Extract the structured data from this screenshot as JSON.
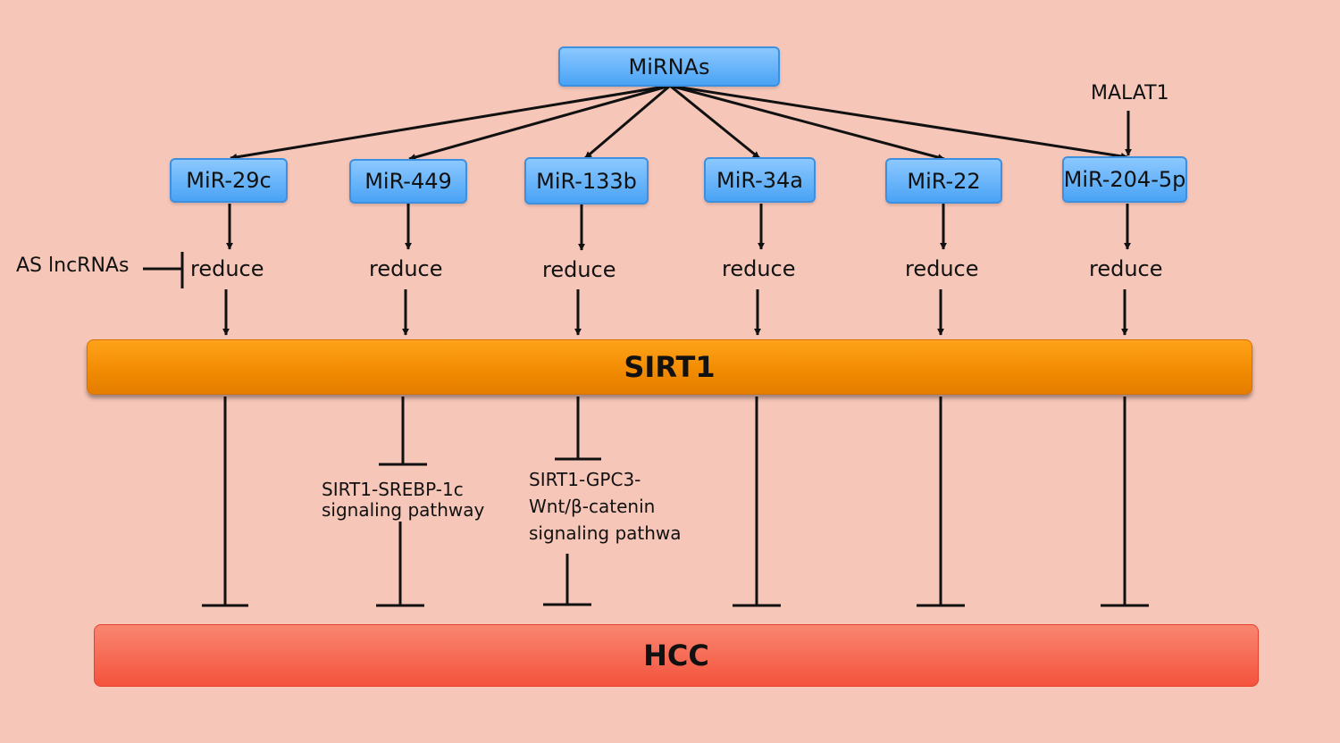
{
  "nodes": {
    "mirnas": "MiRNAs",
    "mirs": [
      "MiR-29c",
      "MiR-449",
      "MiR-133b",
      "MiR-34a",
      "MiR-22",
      "MiR-204-5p"
    ],
    "reduce": "reduce",
    "as_lncrnas": "AS lncRNAs",
    "malat1": "MALAT1",
    "sirt1": "SIRT1",
    "hcc": "HCC",
    "pathway_srebp": [
      "SIRT1-SREBP-1c",
      "signaling pathway"
    ],
    "pathway_gpc3": [
      "SIRT1-GPC3-",
      "Wnt/β-catenin",
      "signaling pathwa"
    ]
  },
  "colors": {
    "background": "#f6c6b8",
    "mir_box": "#5fb0f8",
    "sirt1_bar": "#f28b00",
    "hcc_bar": "#f4533d",
    "line": "#111111"
  }
}
